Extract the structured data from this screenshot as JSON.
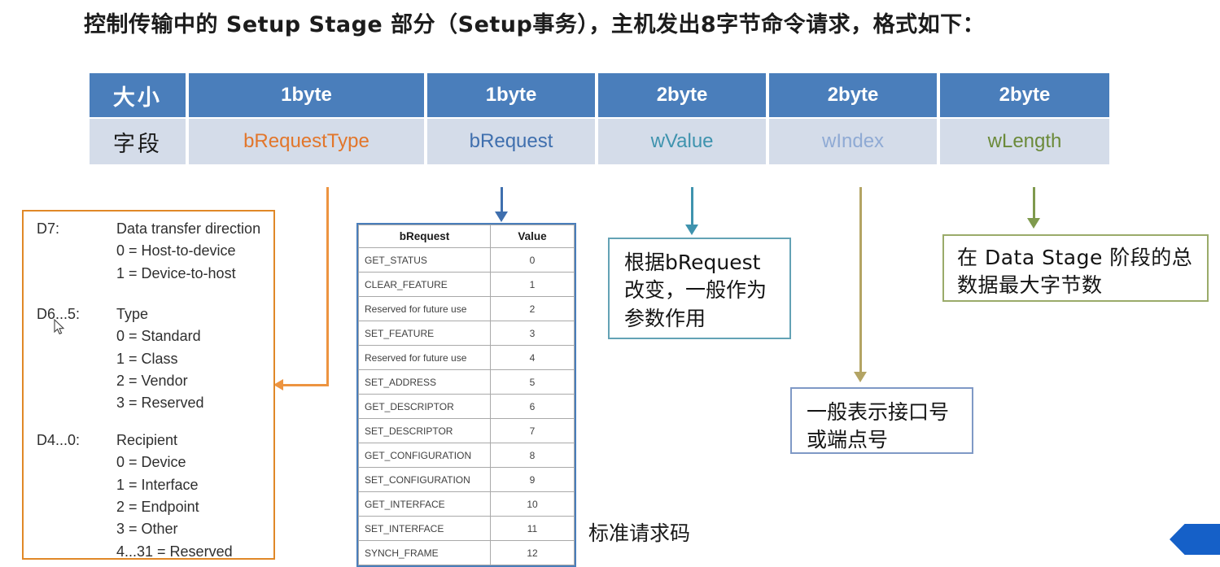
{
  "title": "控制传输中的 Setup Stage 部分（Setup事务），主机发出8字节命令请求，格式如下：",
  "colors": {
    "header_blue": "#4a7ebb",
    "field_row_bg": "#d4dce9",
    "bRequestType": "#e2762b",
    "bRequest": "#3f6fae",
    "wValue": "#3f93ae",
    "wIndex": "#8faad4",
    "wLength": "#6b8a3a",
    "corner_chevron": "#1560c8"
  },
  "spec_table": {
    "row_labels": {
      "size": "大小",
      "field": "字段"
    },
    "columns": [
      {
        "size": "1byte",
        "field": "bRequestType",
        "color": "#e2762b"
      },
      {
        "size": "1byte",
        "field": "bRequest",
        "color": "#3f6fae"
      },
      {
        "size": "2byte",
        "field": "wValue",
        "color": "#3f93ae"
      },
      {
        "size": "2byte",
        "field": "wIndex",
        "color": "#8faad4"
      },
      {
        "size": "2byte",
        "field": "wLength",
        "color": "#6b8a3a"
      }
    ]
  },
  "bRequestType_box": {
    "groups": [
      {
        "key": "D7:",
        "values": [
          "Data transfer direction",
          "0 = Host-to-device",
          "1 = Device-to-host"
        ]
      },
      {
        "key": "D6...5:",
        "values": [
          "Type",
          "0 = Standard",
          "1 = Class",
          "2 = Vendor",
          "3 = Reserved"
        ]
      },
      {
        "key": "D4...0:",
        "values": [
          "Recipient",
          "0 = Device",
          "1 = Interface",
          "2 = Endpoint",
          "3 = Other",
          "4...31 = Reserved"
        ]
      }
    ]
  },
  "bRequest_table": {
    "headers": [
      "bRequest",
      "Value"
    ],
    "caption": "标准请求码",
    "rows": [
      [
        "GET_STATUS",
        "0"
      ],
      [
        "CLEAR_FEATURE",
        "1"
      ],
      [
        "Reserved for future use",
        "2"
      ],
      [
        "SET_FEATURE",
        "3"
      ],
      [
        "Reserved for future use",
        "4"
      ],
      [
        "SET_ADDRESS",
        "5"
      ],
      [
        "GET_DESCRIPTOR",
        "6"
      ],
      [
        "SET_DESCRIPTOR",
        "7"
      ],
      [
        "GET_CONFIGURATION",
        "8"
      ],
      [
        "SET_CONFIGURATION",
        "9"
      ],
      [
        "GET_INTERFACE",
        "10"
      ],
      [
        "SET_INTERFACE",
        "11"
      ],
      [
        "SYNCH_FRAME",
        "12"
      ]
    ]
  },
  "notes": {
    "wValue": "根据bRequest改变，一般作为参数作用",
    "wIndex": "一般表示接口号或端点号",
    "wLength": "在 Data Stage 阶段的总数据最大字节数"
  }
}
